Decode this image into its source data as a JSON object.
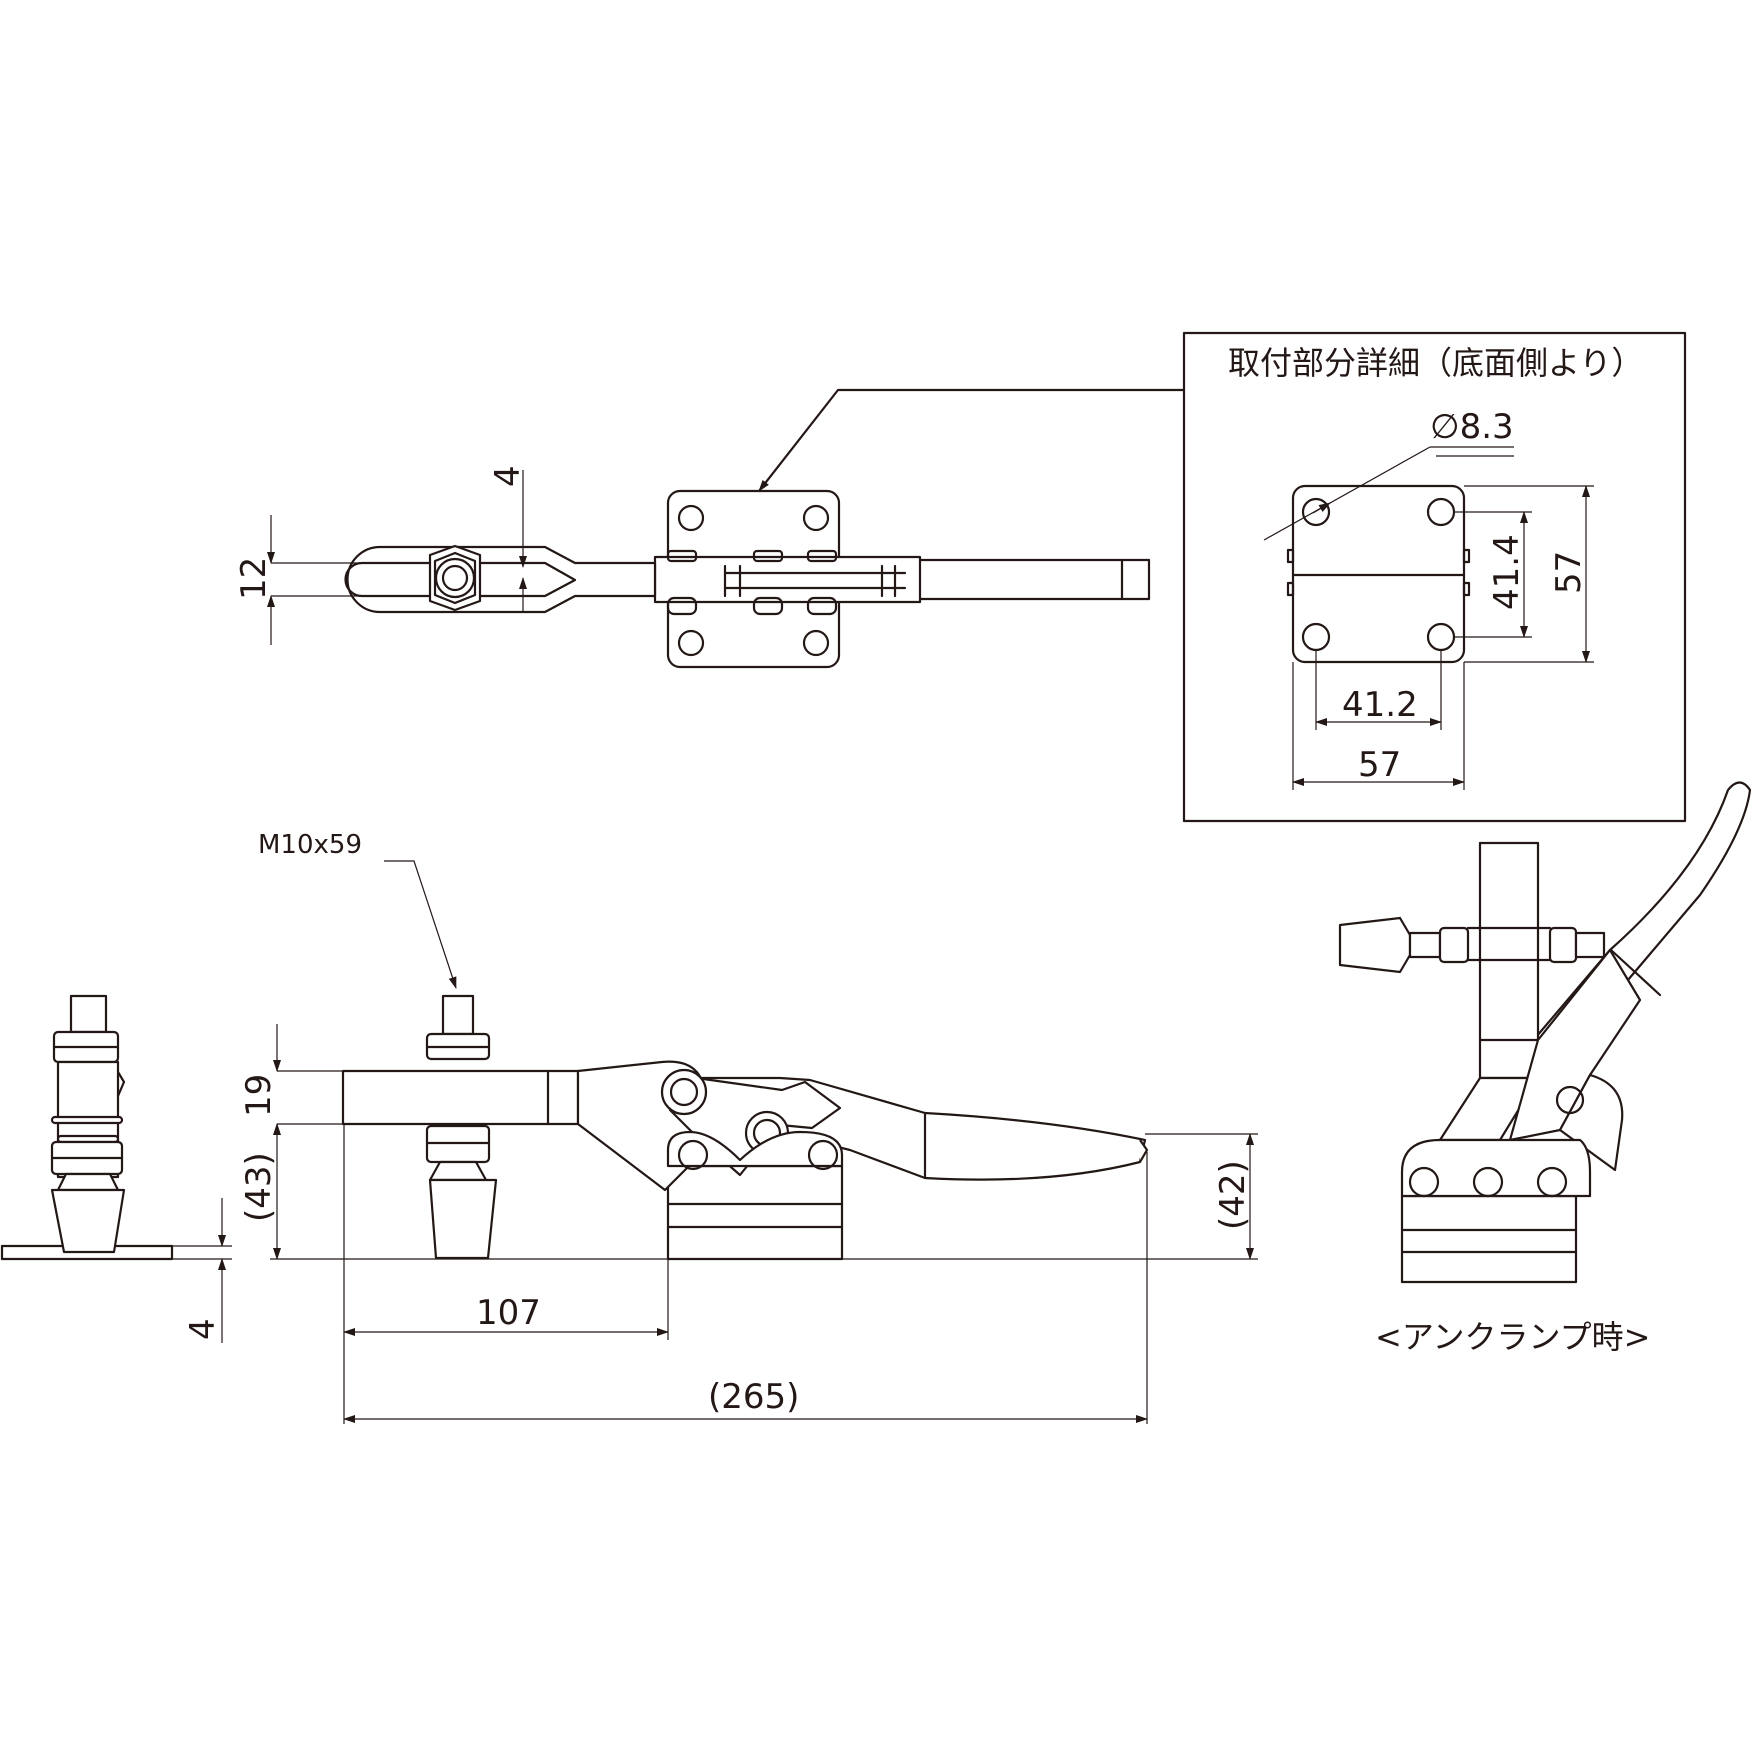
{
  "detail_box": {
    "title": "取付部分詳細（底面側より）",
    "hole_diameter": "∅8.3",
    "dim_hole_pitch_x": "41.2",
    "dim_base_width": "57",
    "dim_hole_pitch_y": "41.4",
    "dim_base_depth": "57"
  },
  "top_view": {
    "dim_slot_width": "12",
    "dim_arm_thickness": "4"
  },
  "side_view": {
    "bolt_spec": "M10x59",
    "dim_arm_height": "19",
    "dim_arm_to_base": "(43)",
    "dim_handle_height": "(42)",
    "dim_spindle_pos": "107",
    "dim_overall_length": "(265)"
  },
  "front_view": {
    "dim_base_thickness": "4"
  },
  "unclamp_view": {
    "caption": "<アンクランプ時>"
  },
  "colors": {
    "line": "#231815",
    "background": "#ffffff"
  }
}
